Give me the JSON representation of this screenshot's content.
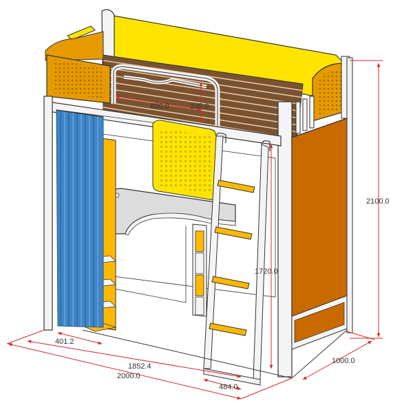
{
  "figure": {
    "subject": "Loft bed with desk, wardrobe curtain and ladder",
    "colors": {
      "yellow": "#FFE400",
      "orange": "#E69A00",
      "dark_orange": "#C96A00",
      "slat_brown": "#7A5230",
      "frame_white": "#F4F4F4",
      "outline": "#333333",
      "curtain_blue": "#3F86C8",
      "dimension_red": "#D42A2A",
      "desk_grey": "#DCDCDC"
    }
  },
  "dimensions": {
    "rail_length": "850.0",
    "rail_height": "335.0",
    "total_height": "2100.0",
    "desk_height": "1720.0",
    "wardrobe_depth": "401.2",
    "inner_length": "1852.4",
    "total_length": "2000.0",
    "ladder_offset": "484.0",
    "total_width": "1000.0"
  }
}
